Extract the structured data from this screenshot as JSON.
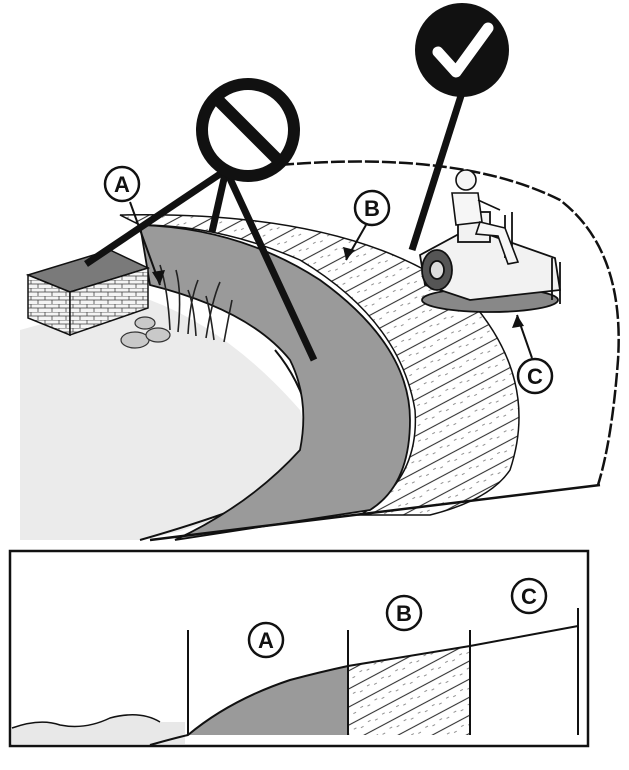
{
  "scene": {
    "labels": {
      "a": "A",
      "b": "B",
      "c": "C"
    },
    "symbols": {
      "prohibited": "prohibited-icon",
      "approved": "checkmark-icon"
    }
  },
  "profile": {
    "labels": {
      "a": "A",
      "b": "B",
      "c": "C"
    }
  },
  "colors": {
    "ink": "#111111",
    "slope_fill": "#9a9a9a",
    "water": "#e8e8e8",
    "background": "#ffffff"
  }
}
